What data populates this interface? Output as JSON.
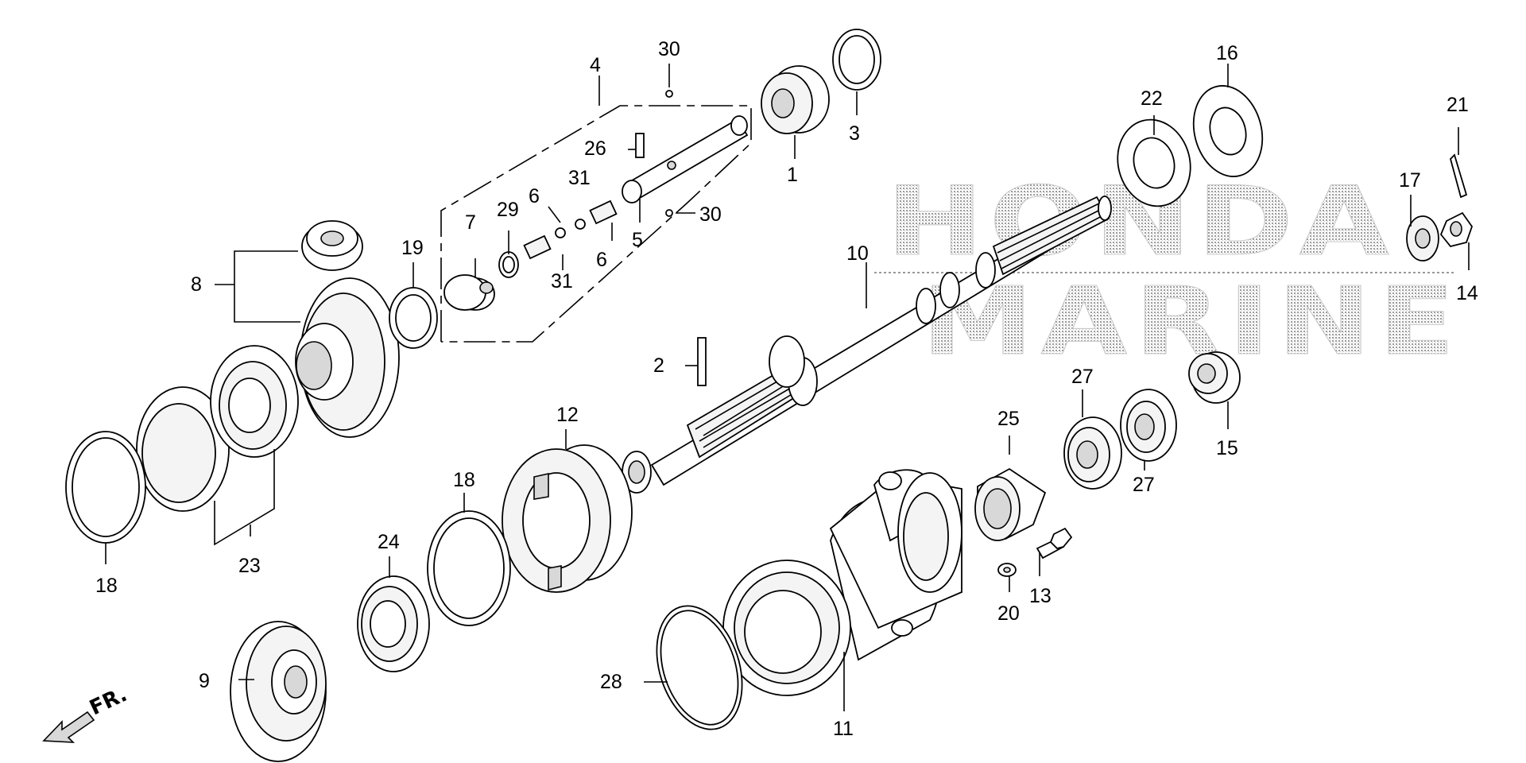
{
  "watermark": {
    "line1": "HONDA",
    "line2": "MARINE"
  },
  "front_marker": {
    "label": "FR.",
    "icon": "arrow-down-left-icon"
  },
  "callouts": [
    "1",
    "2",
    "3",
    "4",
    "5",
    "6",
    "6",
    "7",
    "8",
    "9",
    "10",
    "11",
    "12",
    "13",
    "14",
    "15",
    "16",
    "17",
    "18",
    "18",
    "19",
    "20",
    "21",
    "22",
    "23",
    "24",
    "25",
    "26",
    "27",
    "27",
    "28",
    "29",
    "30",
    "30",
    "31",
    "31"
  ]
}
